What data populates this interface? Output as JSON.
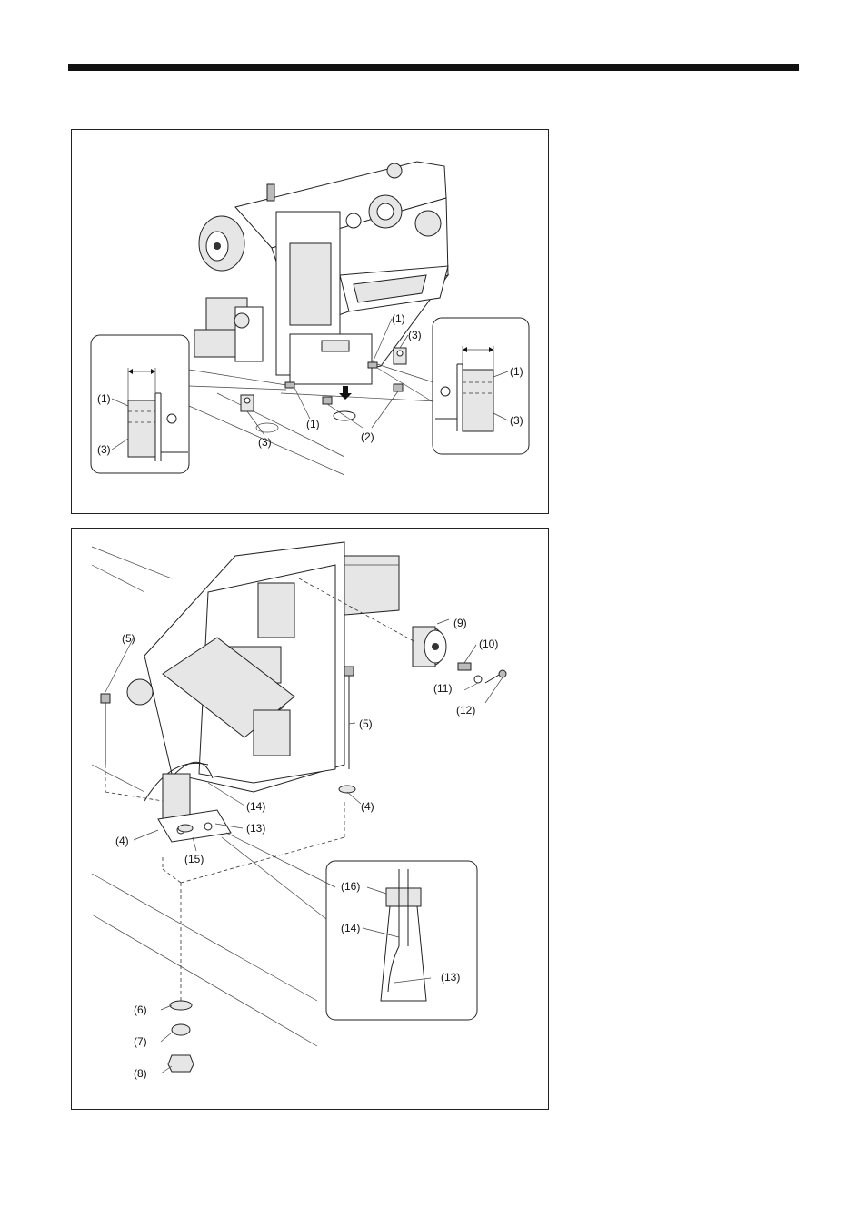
{
  "figure1": {
    "labels": {
      "c1_left": "(1)",
      "c3_left": "(3)",
      "c3_bottom": "(3)",
      "c1_bottom": "(1)",
      "c2_bottom": "(2)",
      "c1_top": "(1)",
      "c3_top": "(3)",
      "c1_right": "(1)",
      "c3_right": "(3)"
    }
  },
  "figure2": {
    "labels": {
      "c5_left": "(5)",
      "c9": "(9)",
      "c10": "(10)",
      "c11": "(11)",
      "c12": "(12)",
      "c5_right": "(5)",
      "c14": "(14)",
      "c13": "(13)",
      "c4_right": "(4)",
      "c4_left": "(4)",
      "c15": "(15)",
      "c16": "(16)",
      "c14_detail": "(14)",
      "c13_detail": "(13)",
      "c6": "(6)",
      "c7": "(7)",
      "c8": "(8)"
    }
  }
}
